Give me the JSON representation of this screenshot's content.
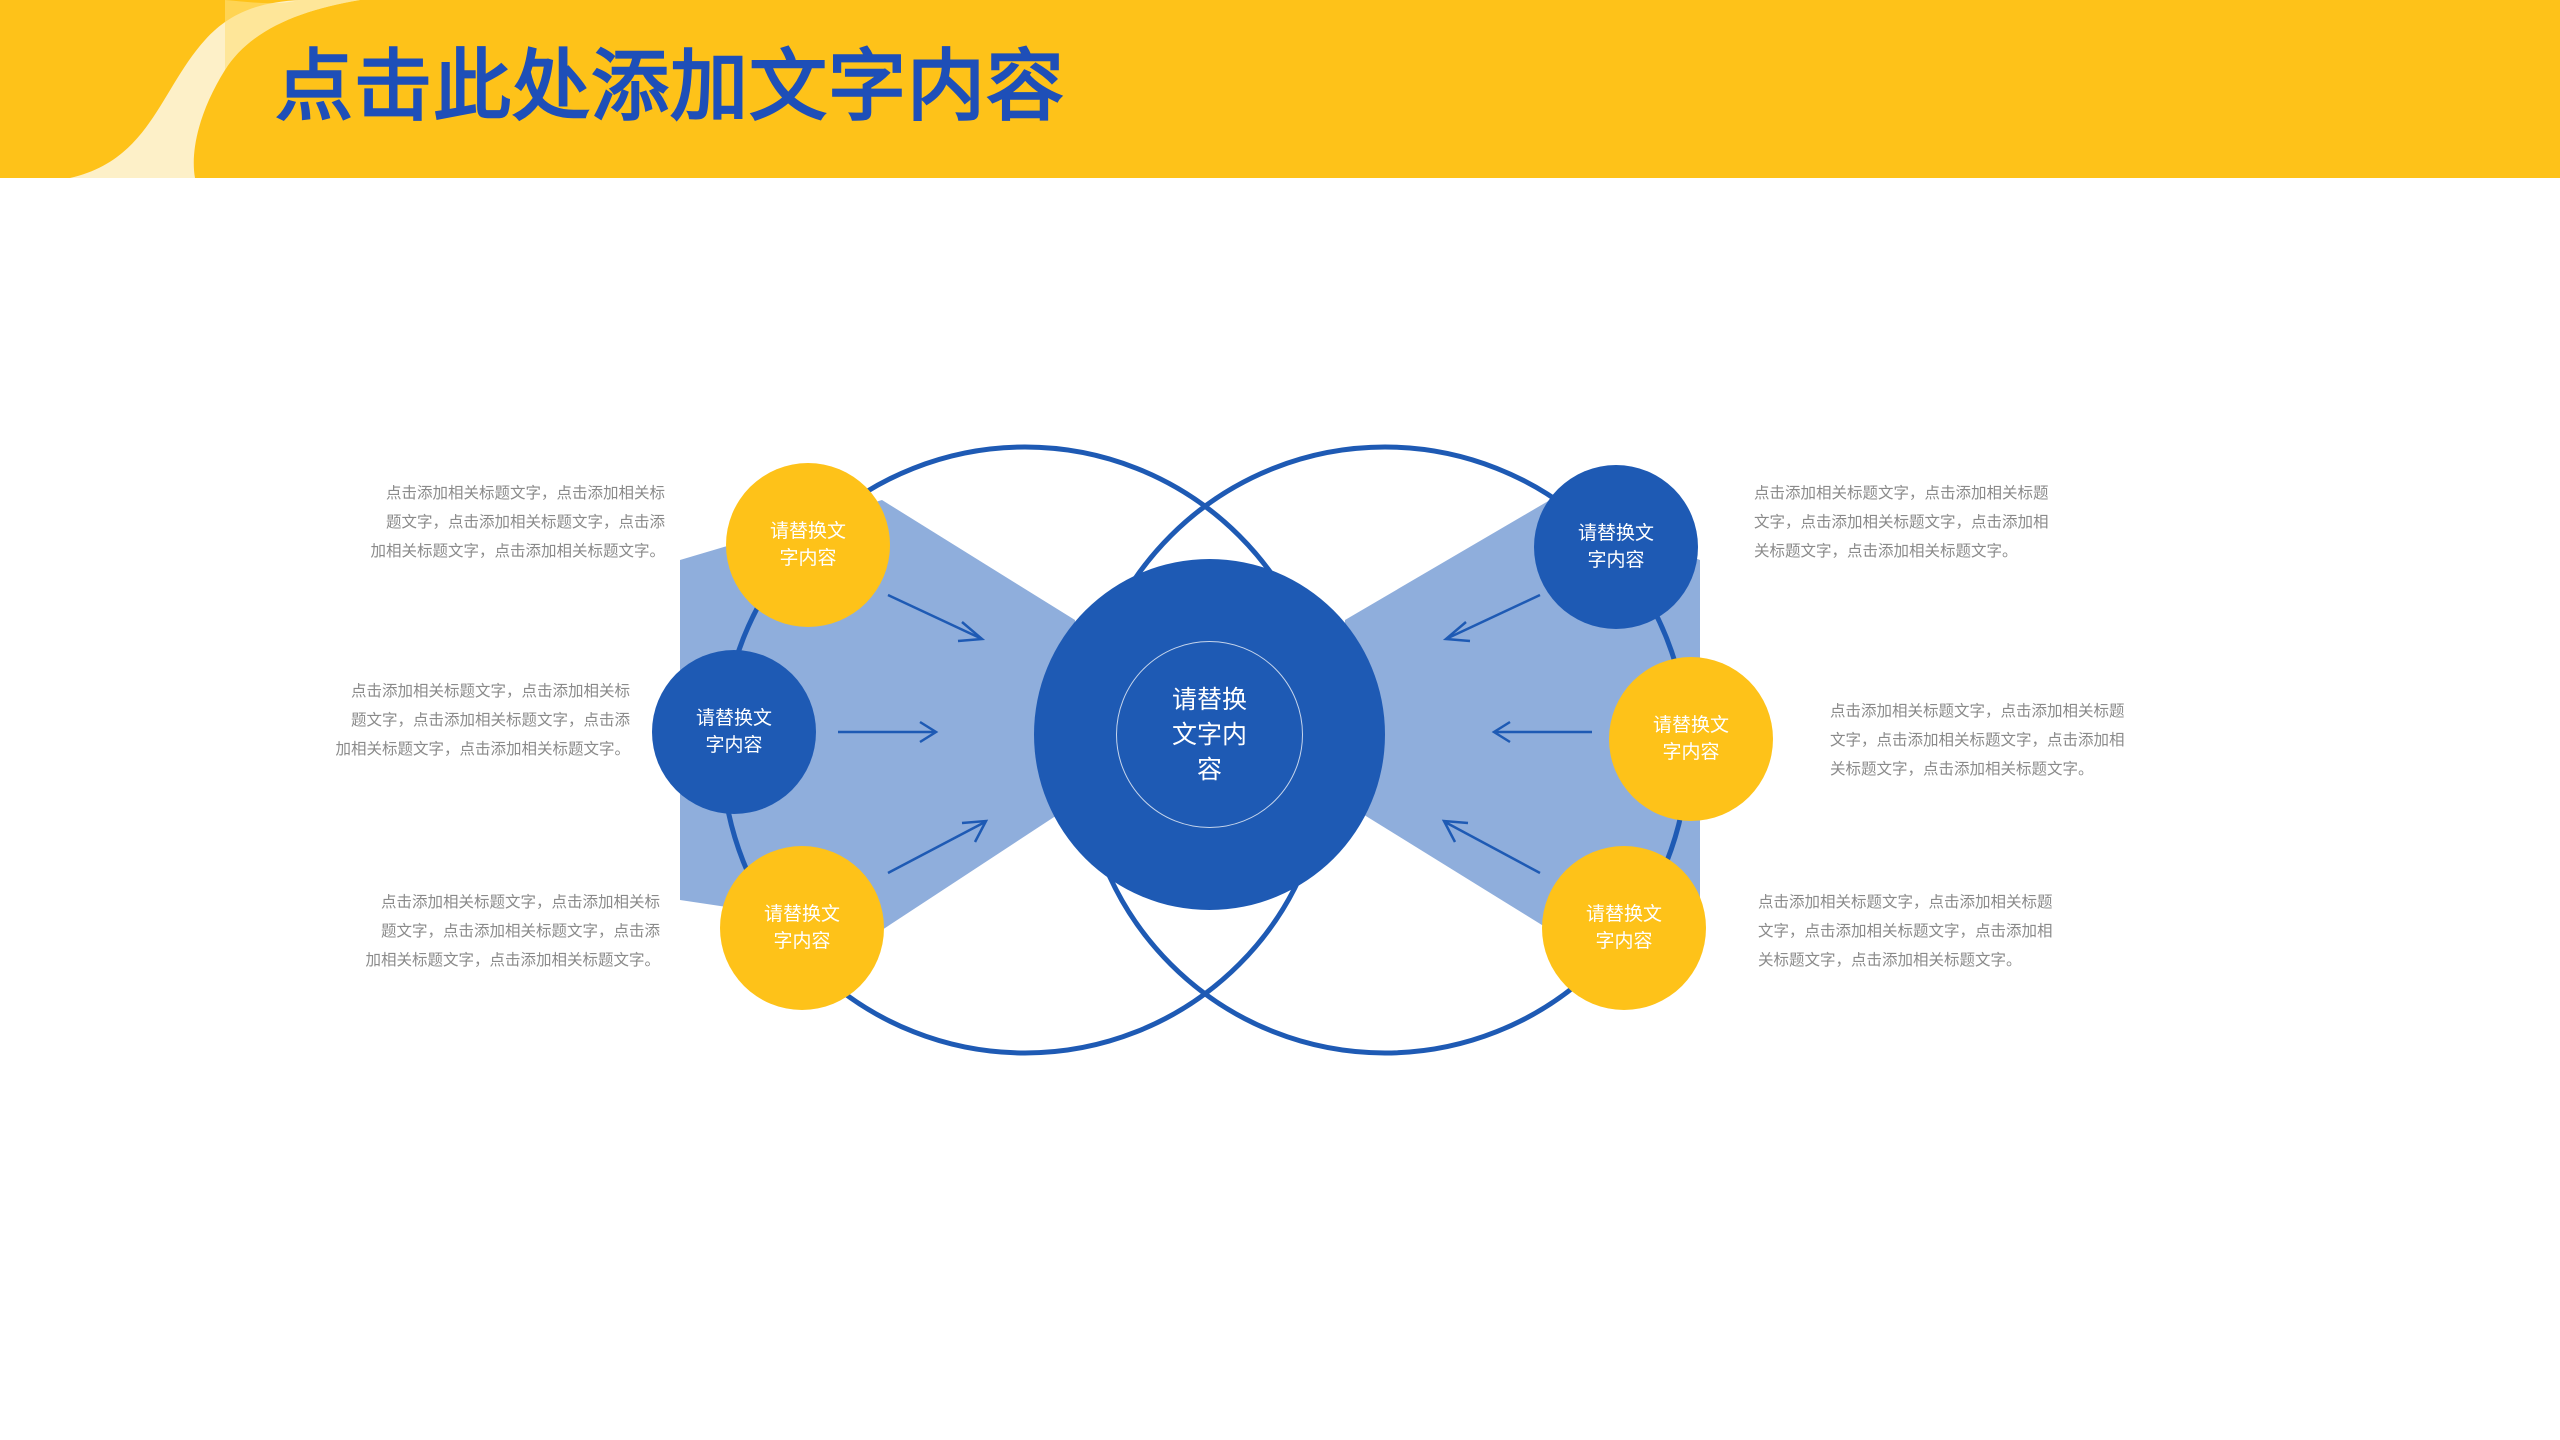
{
  "header": {
    "title": "点击此处添加文字内容"
  },
  "colors": {
    "accent_yellow": "#FEC219",
    "primary_blue": "#1E5AB4",
    "light_blue": "#8FAEDC",
    "title_blue": "#1E4FB8"
  },
  "center": {
    "label": "请替换文字内容"
  },
  "nodes": [
    {
      "label": "请替换文字内容",
      "color": "yellow"
    },
    {
      "label": "请替换文字内容",
      "color": "blue"
    },
    {
      "label": "请替换文字内容",
      "color": "yellow"
    },
    {
      "label": "请替换文字内容",
      "color": "blue"
    },
    {
      "label": "请替换文字内容",
      "color": "yellow"
    },
    {
      "label": "请替换文字内容",
      "color": "yellow"
    }
  ],
  "descriptions": [
    {
      "lines": [
        "点击添加相关标题文字，点击添加相关标",
        "题文字，点击添加相关标题文字，点击添",
        "加相关标题文字，点击添加相关标题文字。"
      ]
    },
    {
      "lines": [
        "点击添加相关标题文字，点击添加相关标",
        "题文字，点击添加相关标题文字，点击添",
        "加相关标题文字，点击添加相关标题文字。"
      ]
    },
    {
      "lines": [
        "点击添加相关标题文字，点击添加相关标",
        "题文字，点击添加相关标题文字，点击添",
        "加相关标题文字，点击添加相关标题文字。"
      ]
    },
    {
      "lines": [
        "点击添加相关标题文字，点击添加相关标题",
        "文字，点击添加相关标题文字，点击添加相",
        "关标题文字，点击添加相关标题文字。"
      ]
    },
    {
      "lines": [
        "点击添加相关标题文字，点击添加相关标题",
        "文字，点击添加相关标题文字，点击添加相",
        "关标题文字，点击添加相关标题文字。"
      ]
    },
    {
      "lines": [
        "点击添加相关标题文字，点击添加相关标题",
        "文字，点击添加相关标题文字，点击添加相",
        "关标题文字，点击添加相关标题文字。"
      ]
    }
  ]
}
